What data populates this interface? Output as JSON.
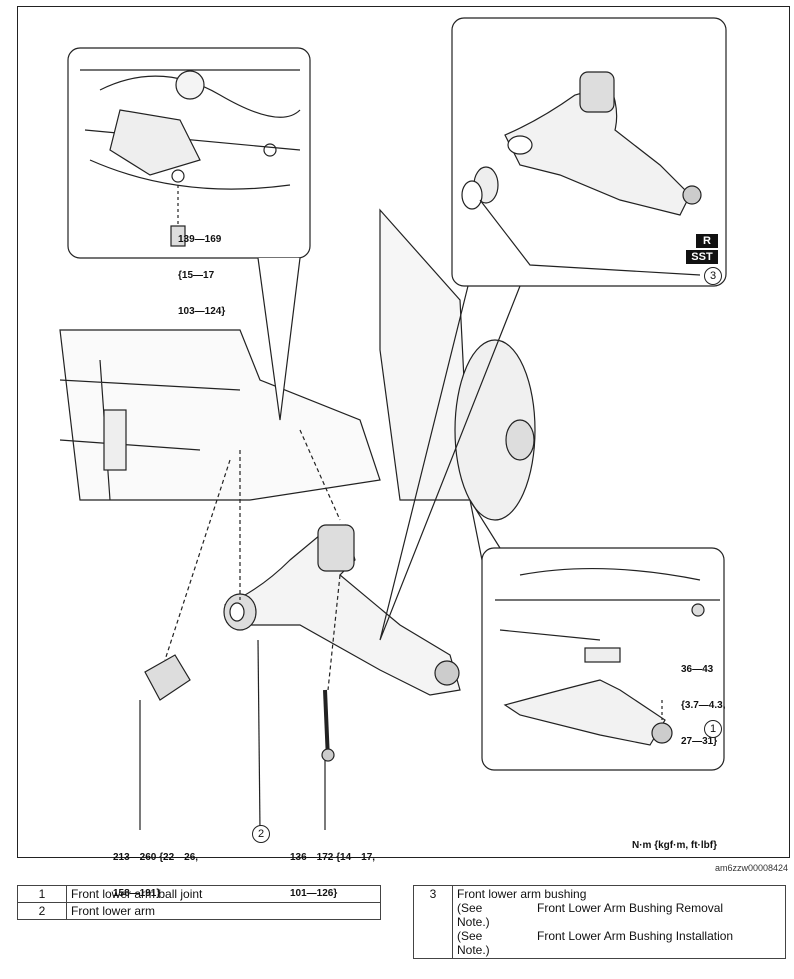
{
  "figure_id": "am6zzw00008424",
  "units_label": "N·m {kgf·m, ft·lbf}",
  "badges": {
    "replace": "R",
    "sst": "SST"
  },
  "torques": {
    "subframe_bolt": [
      "139—169",
      "{15—17",
      "103—124}"
    ],
    "front_bolt": [
      "213—260 {22—26,",
      "158—191}"
    ],
    "rear_bolt": [
      "136—172 {14—17,",
      "101—126}"
    ],
    "ball_joint_nut": [
      "36—43",
      "{3.7—4.3,",
      "27—31}"
    ]
  },
  "callouts": {
    "c1": "1",
    "c2": "2",
    "c3": "3"
  },
  "parts_left": [
    {
      "num": "1",
      "name": "Front lower arm ball joint"
    },
    {
      "num": "2",
      "name": "Front lower arm"
    }
  ],
  "parts_right": {
    "num": "3",
    "name": "Front lower arm bushing",
    "refs": [
      {
        "note_a": "(See",
        "note_b": "Note.)",
        "link": "Front Lower Arm Bushing Removal"
      },
      {
        "note_a": "(See",
        "note_b": "Note.)",
        "link": "Front Lower Arm Bushing Installation"
      }
    ]
  }
}
